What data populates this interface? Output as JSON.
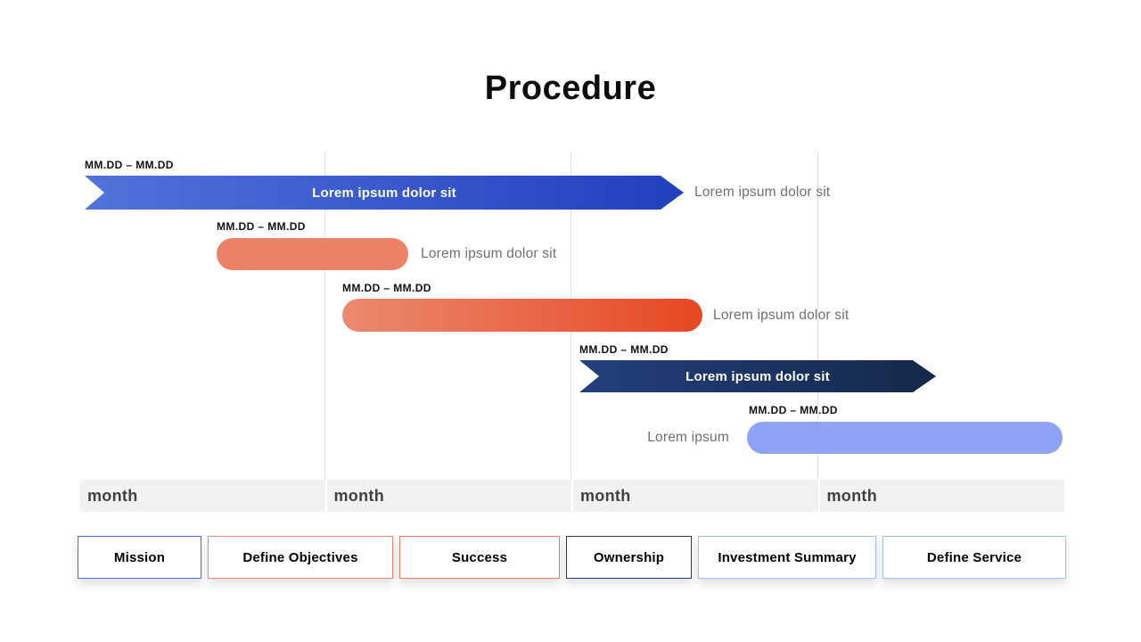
{
  "title": "Procedure",
  "chart_data": {
    "type": "gantt",
    "title": "Procedure",
    "categories": [
      "month",
      "month",
      "month",
      "month"
    ],
    "grid": true,
    "tasks": [
      {
        "name": "Lorem ipsum dolor sit",
        "date_range": "MM.DD – MM.DD",
        "start_month": 0.0,
        "end_month": 2.45,
        "shape": "arrow",
        "color": "#2f4fc9",
        "label_position": "inside"
      },
      {
        "name": "Lorem ipsum dolor sit",
        "date_range": "MM.DD – MM.DD",
        "start_month": 0.55,
        "end_month": 1.33,
        "shape": "pill",
        "color": "#ec8168",
        "label_position": "right"
      },
      {
        "name": "Lorem ipsum dolor sit",
        "date_range": "MM.DD – MM.DD",
        "start_month": 1.07,
        "end_month": 2.53,
        "shape": "pill",
        "color": "#e86a48",
        "label_position": "right"
      },
      {
        "name": "Lorem ipsum dolor sit",
        "date_range": "MM.DD – MM.DD",
        "start_month": 2.03,
        "end_month": 3.48,
        "shape": "arrow",
        "color": "#1d3263",
        "label_position": "inside"
      },
      {
        "name": "Lorem ipsum",
        "date_range": "MM.DD – MM.DD",
        "start_month": 2.71,
        "end_month": 3.99,
        "shape": "pill",
        "color": "#8ea3f5",
        "label_position": "left"
      }
    ]
  },
  "timeline": {
    "months": [
      "month",
      "month",
      "month",
      "month"
    ],
    "tasks": [
      {
        "date_range": "MM.DD – MM.DD",
        "bar_label": "Lorem ipsum dolor sit",
        "side_label": "Lorem ipsum dolor sit"
      },
      {
        "date_range": "MM.DD – MM.DD",
        "bar_label": "",
        "side_label": "Lorem ipsum dolor sit"
      },
      {
        "date_range": "MM.DD – MM.DD",
        "bar_label": "",
        "side_label": "Lorem ipsum dolor sit"
      },
      {
        "date_range": "MM.DD – MM.DD",
        "bar_label": "Lorem ipsum dolor sit",
        "side_label": ""
      },
      {
        "date_range": "MM.DD – MM.DD",
        "bar_label": "",
        "side_label": "Lorem ipsum"
      }
    ]
  },
  "buttons": [
    {
      "label": "Mission"
    },
    {
      "label": "Define Objectives"
    },
    {
      "label": "Success"
    },
    {
      "label": "Ownership"
    },
    {
      "label": "Investment Summary"
    },
    {
      "label": "Define Service"
    }
  ],
  "colors": {
    "bar1_start": "#5173da",
    "bar1_end": "#2140bf",
    "bar2": "#ec8168",
    "bar3_start": "#eb8a70",
    "bar3_end": "#e64822",
    "bar4_start": "#23407c",
    "bar4_end": "#15284a",
    "bar5": "#8ea3f5",
    "btn_mission": "#4d6cd9",
    "btn_define_objectives": "#ec8570",
    "btn_success": "#ea7b60",
    "btn_ownership": "#24386b",
    "btn_investment_summary": "#a9bcf7",
    "btn_define_service": "#a9bcf7",
    "grid": "#e2e2e2",
    "month_bg": "#f1f1f2",
    "month_text": "#404040",
    "side_label": "#707070",
    "date_text": "#111111"
  }
}
